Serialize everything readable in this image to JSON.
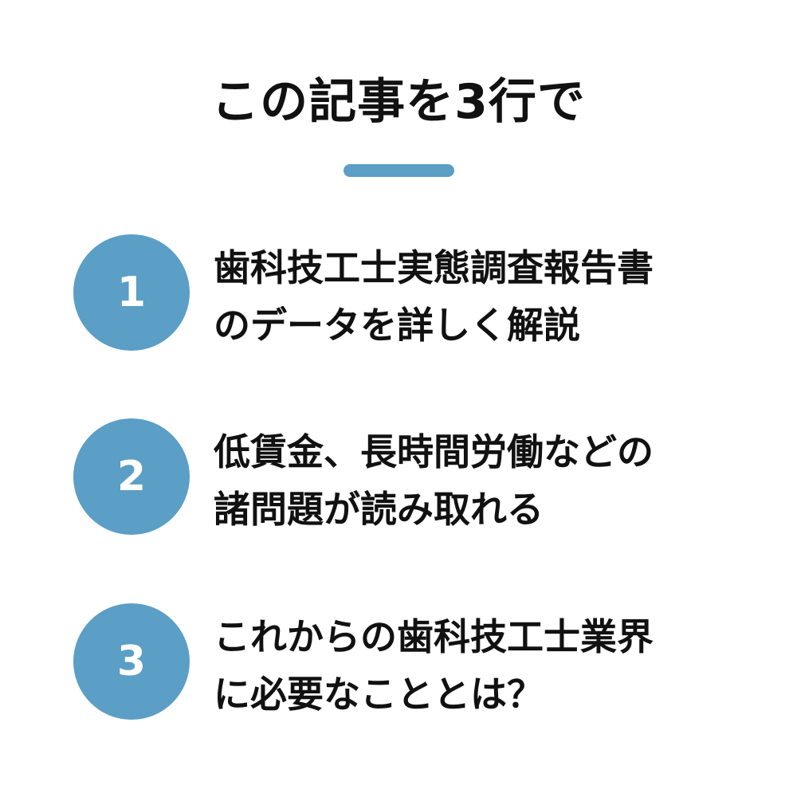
{
  "title": "この記事を3行で",
  "accent_color": "#5b9ec6",
  "points": [
    {
      "number": "1",
      "lines": [
        "歯科技工士実態調査報告書",
        "のデータを詳しく解説"
      ]
    },
    {
      "number": "2",
      "lines": [
        "低賃金、長時間労働などの",
        "諸問題が読み取れる"
      ]
    },
    {
      "number": "3",
      "lines": [
        "これからの歯科技工士業界",
        "に必要なこととは？"
      ]
    }
  ]
}
